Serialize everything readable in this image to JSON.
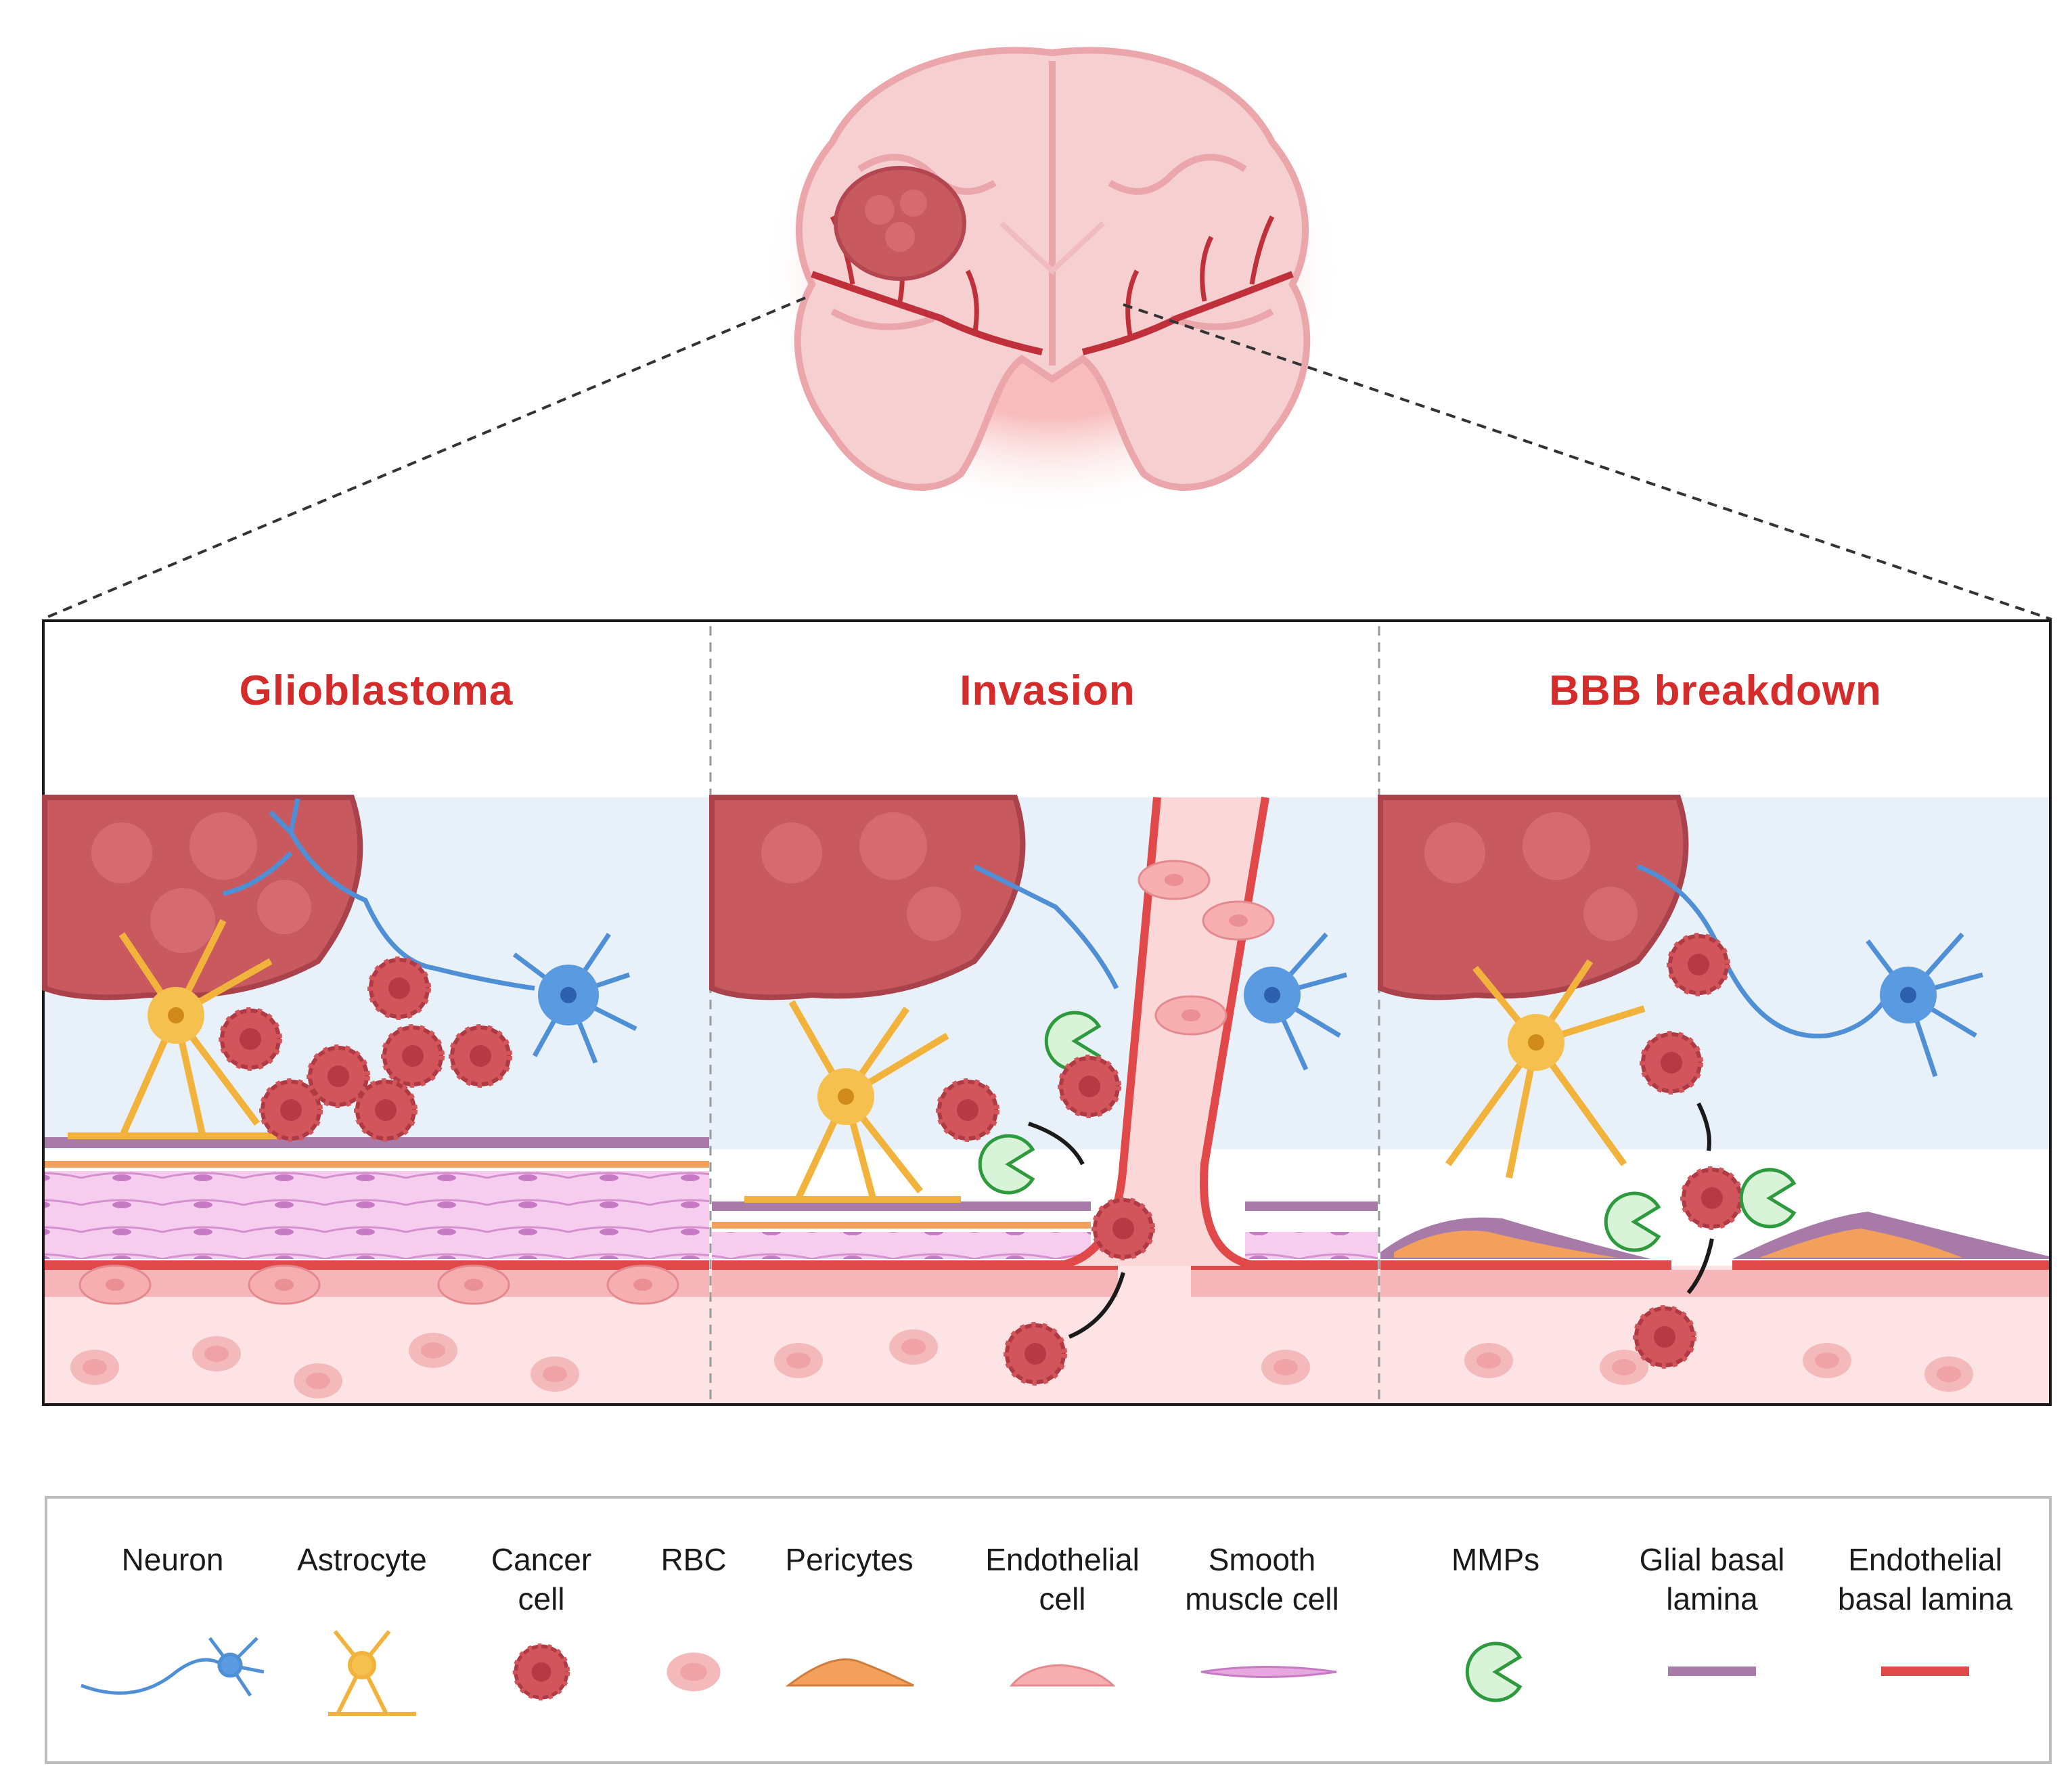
{
  "panels": [
    {
      "title": "Glioblastoma"
    },
    {
      "title": "Invasion"
    },
    {
      "title": "BBB breakdown"
    }
  ],
  "legend": [
    {
      "label": "Neuron",
      "icon": "neuron-icon"
    },
    {
      "label": "Astrocyte",
      "icon": "astrocyte-icon"
    },
    {
      "label": "Cancer\ncell",
      "icon": "cancer-cell-icon"
    },
    {
      "label": "RBC",
      "icon": "rbc-icon"
    },
    {
      "label": "Pericytes",
      "icon": "pericyte-icon"
    },
    {
      "label": "Endothelial\ncell",
      "icon": "endothelial-cell-icon"
    },
    {
      "label": "Smooth\nmuscle cell",
      "icon": "smooth-muscle-cell-icon"
    },
    {
      "label": "MMPs",
      "icon": "mmp-icon"
    },
    {
      "label": "Glial basal\nlamina",
      "icon": "glial-basal-lamina-icon"
    },
    {
      "label": "Endothelial\nbasal lamina",
      "icon": "endothelial-basal-lamina-icon"
    }
  ],
  "colors": {
    "title_red": "#d42b2b",
    "tumor": "#c8595f",
    "brain": "#f6cfd1",
    "vessel": "#cc3a3a",
    "neuron": "#4f8fd6",
    "astrocyte": "#f2b33d",
    "cancer_cell": "#d2555c",
    "rbc": "#f7c7c7",
    "pericyte": "#f2a05c",
    "endothelial": "#f4a9ad",
    "smooth_muscle": "#e6a6de",
    "mmp": "#7ccf7c",
    "glial_lamina": "#a77aa8",
    "endothelial_lamina": "#e0484a",
    "tissue_bg": "#e8f1fa",
    "blood_bg": "#fde3e3"
  }
}
